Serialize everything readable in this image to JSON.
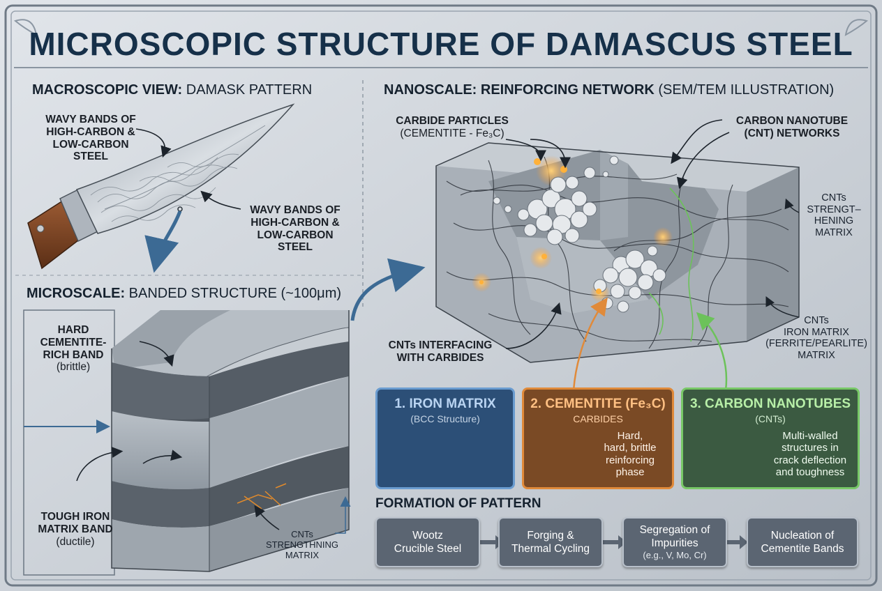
{
  "title": "MICROSCOPIC STRUCTURE OF DAMASCUS STEEL",
  "macro": {
    "heading_bold": "MACROSCOPIC VIEW:",
    "heading_rest": " DAMASK PATTERN",
    "label_left": [
      "WAVY BANDS OF",
      "HIGH-CARBON &",
      "LOW-CARBON",
      "STEEL"
    ],
    "label_right": [
      "WAVY BANDS OF",
      "HIGH-CARBON &",
      "LOW-CARBON",
      "STEEL"
    ]
  },
  "micro": {
    "heading_bold": "MICROSCALE:",
    "heading_rest": " BANDED STRUCTURE (~100μm)",
    "hard_band": [
      "HARD",
      "CEMENTITE-",
      "RICH BAND"
    ],
    "hard_note": "(brittle)",
    "tough_band": [
      "TOUGH IRON",
      "MATRIX BAND"
    ],
    "tough_note": "(ductile)",
    "cnt_label": [
      "CNTs",
      "STRENGTHNING",
      "MATRIX"
    ]
  },
  "nano": {
    "heading_bold": "NANOSCALE: REINFORCING NETWORK",
    "heading_rest": " (SEM/TEM ILLUSTRATION)",
    "carbide": [
      "CARBIDE PARTICLES",
      "(CEMENTITE - Fe₃C)"
    ],
    "cnt_net": [
      "CARBON NANOTUBE",
      "(CNT) NETWORKS"
    ],
    "cnt_strength": [
      "CNTs",
      "STRENGT–",
      "HENING",
      "MATRIX"
    ],
    "cnt_interface": [
      "CNTs INTERFACING",
      "WITH CARBIDES"
    ],
    "iron_matrix": [
      "CNTs",
      "IRON MATRIX",
      "(FERRITE/PEARLITE)",
      "MATRIX"
    ]
  },
  "boxes": [
    {
      "title": "1. IRON MATRIX",
      "sub": "(BCC Structure)",
      "desc": [],
      "color": "#3d78b8"
    },
    {
      "title": "2. CEMENTITE (Fe₃C)",
      "sub": "CARBIDES",
      "desc": [
        "Hard,",
        "hard, brittle",
        "reinforcing",
        "phase"
      ],
      "color": "#c9762e"
    },
    {
      "title": "3. CARBON NANOTUBES",
      "sub": "(CNTs)",
      "desc": [
        "Multi-walled",
        "structures in",
        "crack deflection",
        "and toughness"
      ],
      "color": "#5ea84e"
    }
  ],
  "formation": {
    "heading": "FORMATION OF PATTERN",
    "steps": [
      {
        "lines": [
          "Wootz",
          "Crucible Steel"
        ],
        "small": ""
      },
      {
        "lines": [
          "Forging &",
          "Thermal Cycling"
        ],
        "small": ""
      },
      {
        "lines": [
          "Segregation of",
          "Impurities"
        ],
        "small": "(e.g., V, Mo, Cr)"
      },
      {
        "lines": [
          "Nucleation of",
          "Cementite Bands"
        ],
        "small": ""
      }
    ]
  },
  "colors": {
    "title": "#163049",
    "iron": "#3d78b8",
    "cementite": "#c9762e",
    "cnt": "#5ea84e"
  }
}
